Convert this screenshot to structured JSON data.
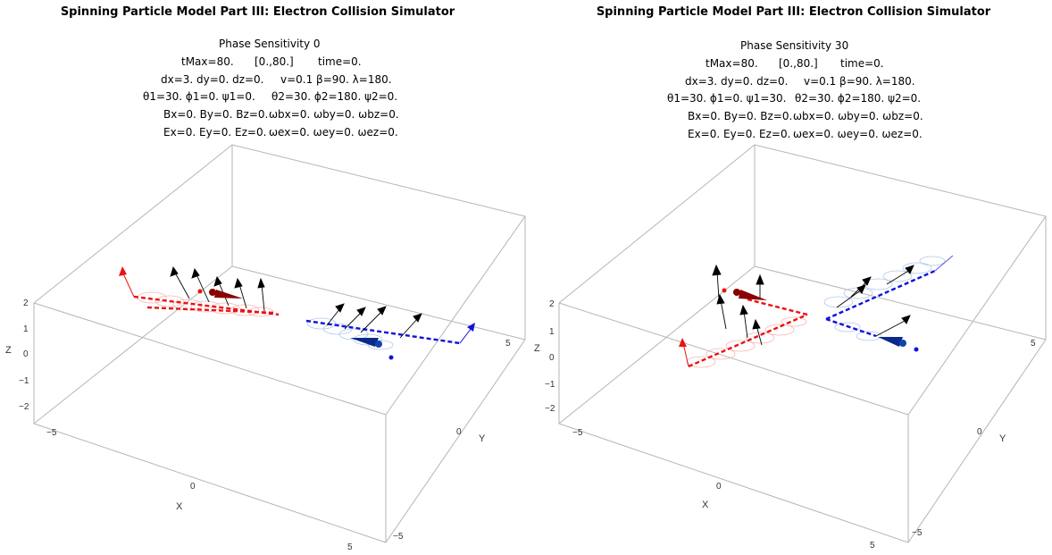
{
  "panels": [
    {
      "title": "Spinning Particle Model Part III: Electron Collision Simulator",
      "phase": "Phase Sensitivity 0",
      "tmax": "tMax=80.",
      "range": "[0.,80.]",
      "time": "time=0.",
      "dxyz": "dx=3. dy=0. dz=0.",
      "vbl": "v=0.1 β=90. λ=180.",
      "angles1": "θ1=30. ϕ1=0. ψ1=0.",
      "angles2": "θ2=30. ϕ2=180. ψ2=0.",
      "B_label": "Bx=0. By=0. Bz=0.",
      "wb_label": "ωbx=0. ωby=0. ωbz=0.",
      "E_label": "Ex=0. Ey=0. Ez=0.",
      "we_label": "ωex=0. ωey=0. ωez=0."
    },
    {
      "title": "Spinning Particle Model Part III: Electron Collision Simulator",
      "phase": "Phase Sensitivity 30",
      "tmax": "tMax=80.",
      "range": "[0.,80.]",
      "time": "time=0.",
      "dxyz": "dx=3. dy=0. dz=0.",
      "vbl": "v=0.1 β=90. λ=180.",
      "angles1": "θ1=30. ϕ1=0. ψ1=30.",
      "angles2": "θ2=30. ϕ2=180. ψ2=0.",
      "B_label": "Bx=0. By=0. Bz=0.",
      "wb_label": "ωbx=0. ωby=0. ωbz=0.",
      "E_label": "Ex=0. Ey=0. Ez=0.",
      "we_label": "ωex=0. ωey=0. ωez=0."
    }
  ],
  "axes": {
    "z_label": "Z",
    "z_ticks": [
      "2",
      "1",
      "0",
      "−1",
      "−2"
    ],
    "x_label": "X",
    "x_ticks": [
      "−5",
      "0",
      "5"
    ],
    "y_label": "Y",
    "y_ticks": [
      "5",
      "0",
      "−5"
    ]
  },
  "colors": {
    "red": "#ee1111",
    "darkred": "#8b0000",
    "blue": "#1111dd",
    "darkblue": "#0a2a8a",
    "box": "#b0b0b0"
  }
}
